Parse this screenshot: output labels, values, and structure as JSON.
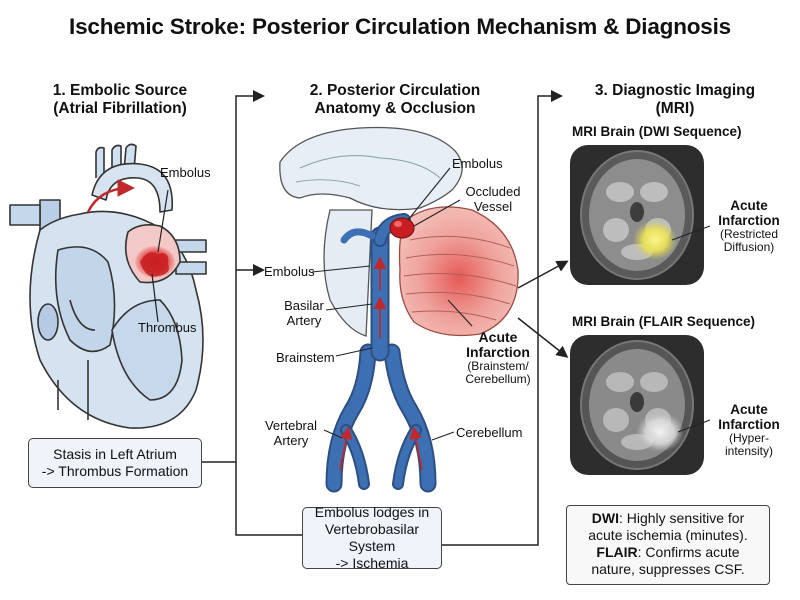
{
  "title": "Ischemic Stroke: Posterior Circulation Mechanism & Diagnosis",
  "sections": [
    {
      "line1": "1. Embolic Source",
      "line2": "(Atrial Fibrillation)"
    },
    {
      "line1": "2. Posterior Circulation",
      "line2": "Anatomy & Occlusion"
    },
    {
      "line1": "3. Diagnostic Imaging",
      "line2": "(MRI)"
    }
  ],
  "heart": {
    "embolus": "Embolus",
    "thrombus": "Thrombus",
    "caption_line1": "Stasis in Left Atrium",
    "caption_line2": "-> Thrombus Formation"
  },
  "anatomy": {
    "embolus_top": "Embolus",
    "occluded_line1": "Occluded",
    "occluded_line2": "Vessel",
    "embolus_left": "Embolus",
    "basilar_line1": "Basilar",
    "basilar_line2": "Artery",
    "brainstem": "Brainstem",
    "vertebral_line1": "Vertebral",
    "vertebral_line2": "Artery",
    "infarct_line1": "Acute",
    "infarct_line2": "Infarction",
    "infarct_line3": "(Brainstem/",
    "infarct_line4": "Cerebellum)",
    "cerebellum": "Cerebellum",
    "caption_line1": "Embolus lodges in",
    "caption_line2": "Vertebrobasilar System",
    "caption_line3": "-> Ischemia"
  },
  "mri": {
    "dwi_title": "MRI Brain (DWI Sequence)",
    "dwi_line1": "Acute",
    "dwi_line2": "Infarction",
    "dwi_line3": "(Restricted",
    "dwi_line4": "Diffusion)",
    "flair_title": "MRI Brain (FLAIR Sequence)",
    "flair_line1": "Acute",
    "flair_line2": "Infarction",
    "flair_line3": "(Hyper-",
    "flair_line4": "intensity)",
    "note_dwi_term": "DWI",
    "note_dwi_rest1": ": Highly sensitive for",
    "note_dwi_rest2": "acute ischemia (minutes).",
    "note_flair_term": "FLAIR",
    "note_flair_rest1": ": Confirms acute",
    "note_flair_rest2": "nature, suppresses CSF."
  },
  "colors": {
    "artery_blue": "#3d6fb3",
    "infarct_red": "#d8474a",
    "dwi_yellow": "#f2ee6a",
    "caption_bg": "#eef4fa"
  }
}
